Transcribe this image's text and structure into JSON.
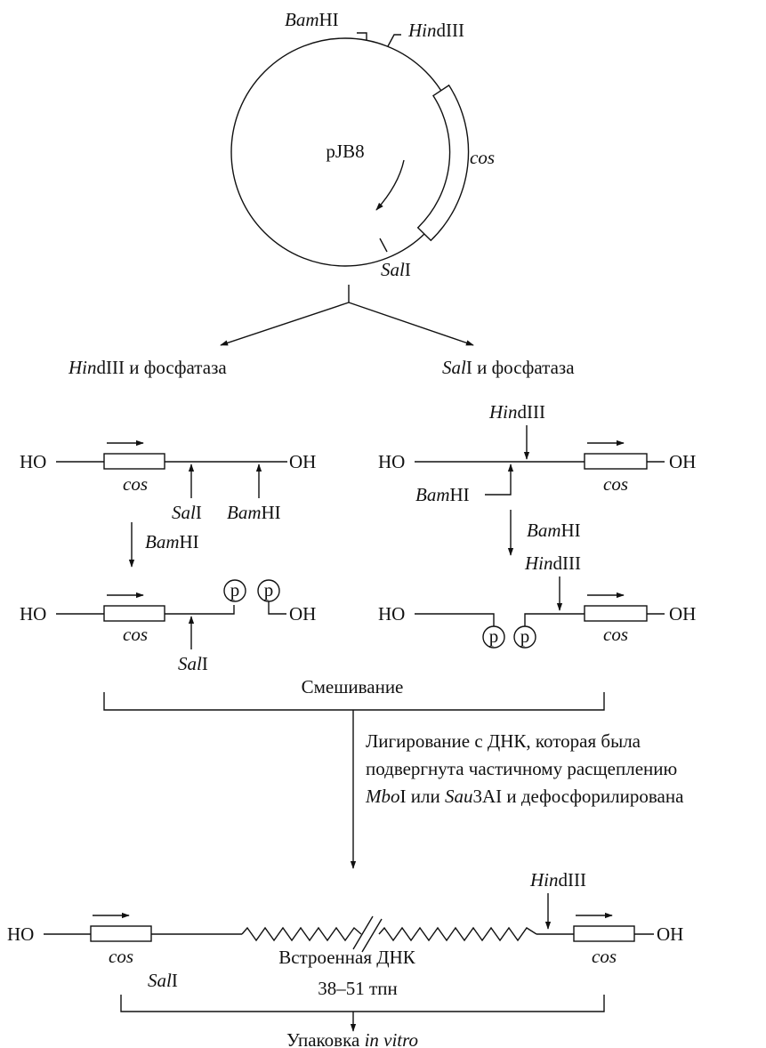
{
  "plasmid": {
    "name": "pJB8",
    "bamhi": {
      "italic": "Bam",
      "rest": "HI"
    },
    "hindiii": {
      "italic": "Hin",
      "rest": "dIII"
    },
    "sali": {
      "italic": "Sal",
      "rest": "I"
    },
    "cos": "cos"
  },
  "branch": {
    "left": {
      "italic": "Hin",
      "rest": "dIII и фосфатаза"
    },
    "right": {
      "italic": "Sal",
      "rest": "I и фосфатаза"
    }
  },
  "ends": {
    "ho": "HO",
    "oh": "OH",
    "p": "p"
  },
  "sites": {
    "bam": "Bam",
    "hi": "HI",
    "sal": "Sal",
    "i": "I",
    "hin": "Hin",
    "diii": "dIII"
  },
  "labels": {
    "cos": "cos",
    "mixing": "Смешивание",
    "ligation_line1": "Лигирование с ДНК, которая была",
    "ligation_line2": "подвергнута частичному расщеплению",
    "ligation_line3_a": "Mbo",
    "ligation_line3_b": "I или ",
    "ligation_line3_c": "Sau",
    "ligation_line3_d": "3AI и дефосфорилирована",
    "insert": "Встроенная ДНК",
    "size": "38–51 тпн",
    "packaging_a": "Упаковка ",
    "packaging_b": "in vitro"
  }
}
